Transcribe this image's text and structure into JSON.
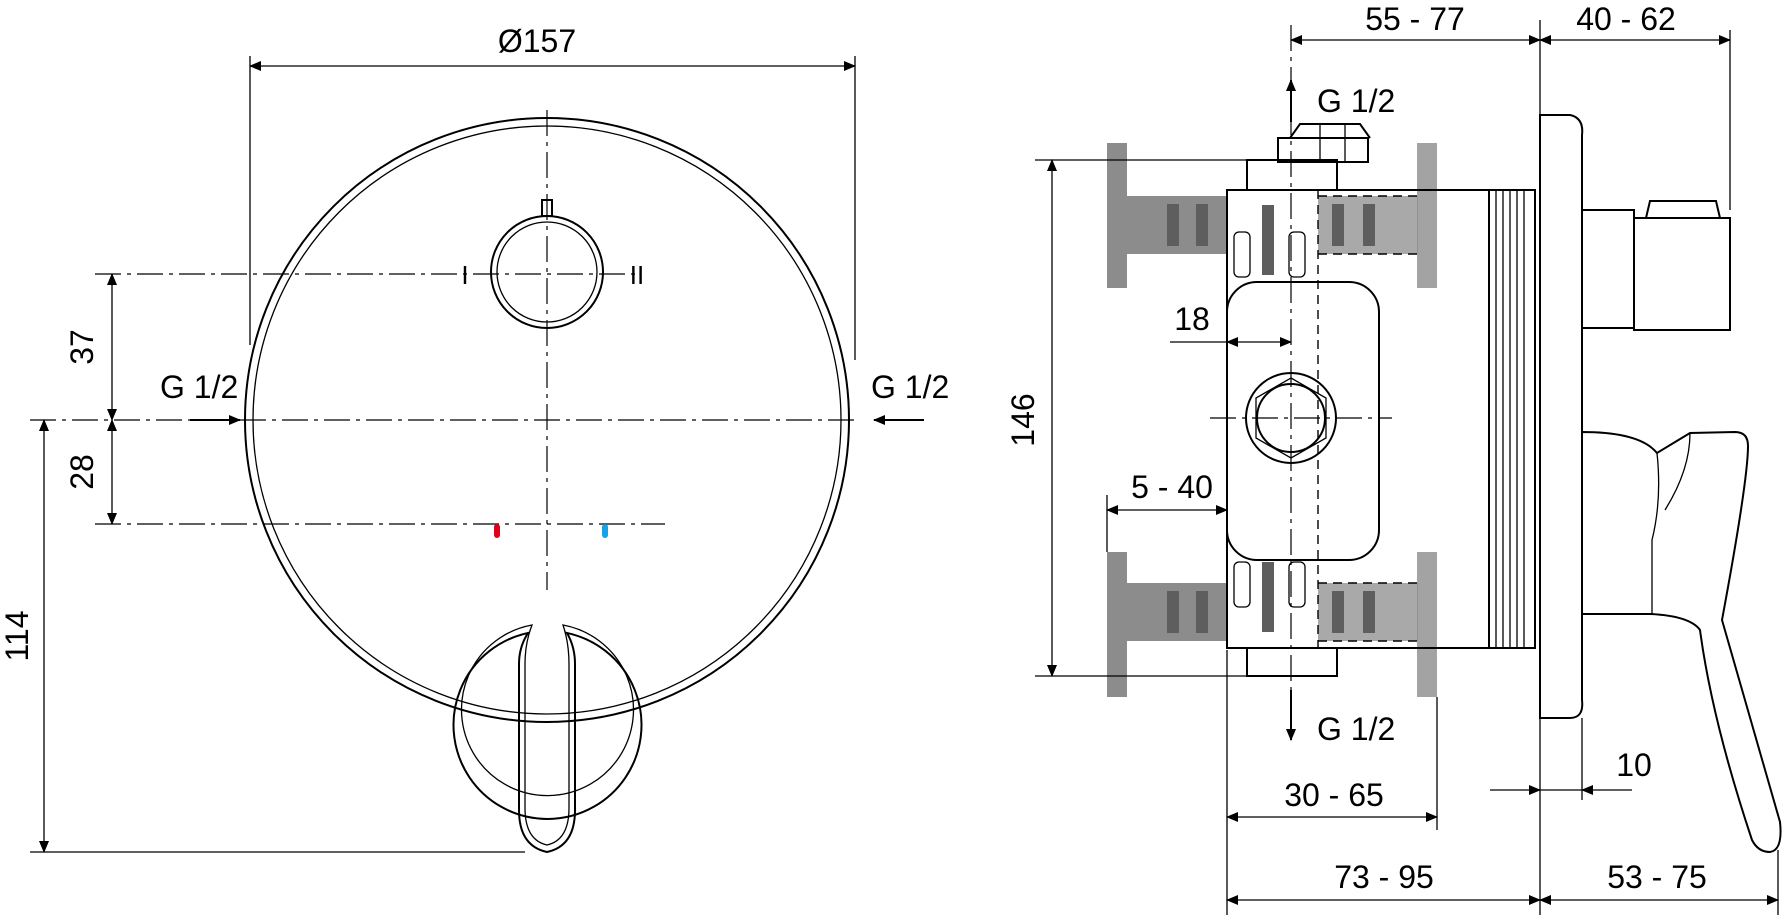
{
  "front_view": {
    "diameter_label": "Ø157",
    "dim_37": "37",
    "dim_28": "28",
    "dim_114": "114",
    "inlet_left_label": "G 1/2",
    "inlet_right_label": "G 1/2",
    "diverter_mark_1": "I",
    "diverter_mark_2": "II",
    "hot_color": "#e0001a",
    "cold_color": "#1aa0e6"
  },
  "side_view": {
    "dim_55_77": "55 - 77",
    "dim_40_62": "40 - 62",
    "outlet_top_label": "G 1/2",
    "outlet_bottom_label": "G 1/2",
    "dim_146": "146",
    "dim_18": "18",
    "dim_5_40": "5 - 40",
    "dim_10": "10",
    "dim_30_65": "30 - 65",
    "dim_73_95": "73 - 95",
    "dim_53_75": "53 - 75"
  }
}
